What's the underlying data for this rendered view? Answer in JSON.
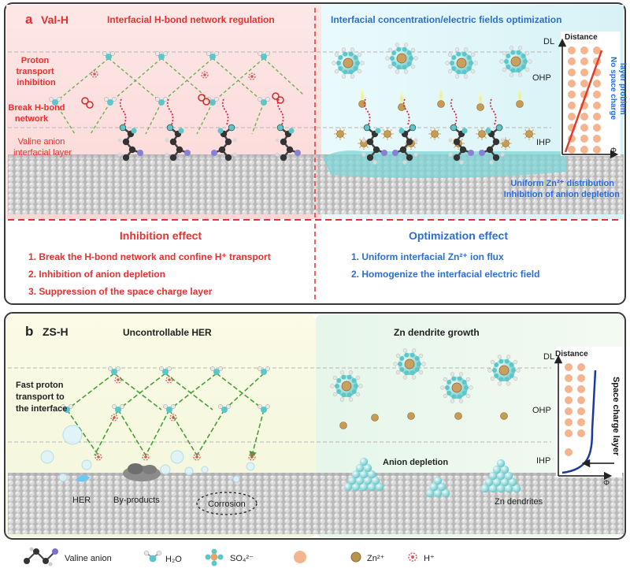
{
  "panel_a": {
    "letter": "a",
    "name": "Val-H",
    "left_title": "Interfacial H-bond network regulation",
    "right_title": "Interfacial concentration/electric fields optimization",
    "proton_inhibition": [
      "Proton",
      "transport",
      "inhibition"
    ],
    "break_hbond": [
      "Break H-bond",
      "network"
    ],
    "valine_layer": [
      "Valine anion",
      "interfacial layer"
    ],
    "dl": "DL",
    "ohp": "OHP",
    "ihp": "IHP",
    "distance": "Distance",
    "phi": "Φ",
    "no_space_charge": [
      "No space charge",
      "layer problem"
    ],
    "uniform_zn": "Uniform Zn²⁺ distribution",
    "inhibit_anion": "Inhibition of anion depletion",
    "inhibition_title": "Inhibition effect",
    "inhibition_items": [
      "1. Break the H-bond network and confine H⁺ transport",
      "2. Inhibition of anion depletion",
      "3. Suppression of the space charge layer"
    ],
    "optimization_title": "Optimization effect",
    "optimization_items": [
      "1. Uniform interfacial Zn²⁺ ion flux",
      "2. Homogenize the interfacial electric field"
    ]
  },
  "panel_b": {
    "letter": "b",
    "name": "ZS-H",
    "left_title": "Uncontrollable HER",
    "right_title": "Zn dendrite growth",
    "fast_proton": [
      "Fast proton",
      "transport to",
      "the interface"
    ],
    "her": "HER",
    "byproducts": "By-products",
    "corrosion": "Corrosion",
    "anion_depletion": "Anion depletion",
    "zn_dendrites": "Zn dendrites",
    "dl": "DL",
    "ohp": "OHP",
    "ihp": "IHP",
    "distance": "Distance",
    "phi": "Φ",
    "space_charge": "Space charge layer"
  },
  "legend": {
    "valine": "Valine anion",
    "h2o": "H₂O",
    "so4": "SO₄²⁻",
    "zn": "Zn²⁺",
    "h": "H⁺"
  },
  "colors": {
    "red": "#e8312f",
    "blue": "#2b6fd6",
    "orange_dot": "#f4b58e",
    "zn_dot": "#b8934a",
    "teal": "#5cc7c9",
    "curve_a": "#e33b2c",
    "curve_b": "#1b3a9c"
  }
}
